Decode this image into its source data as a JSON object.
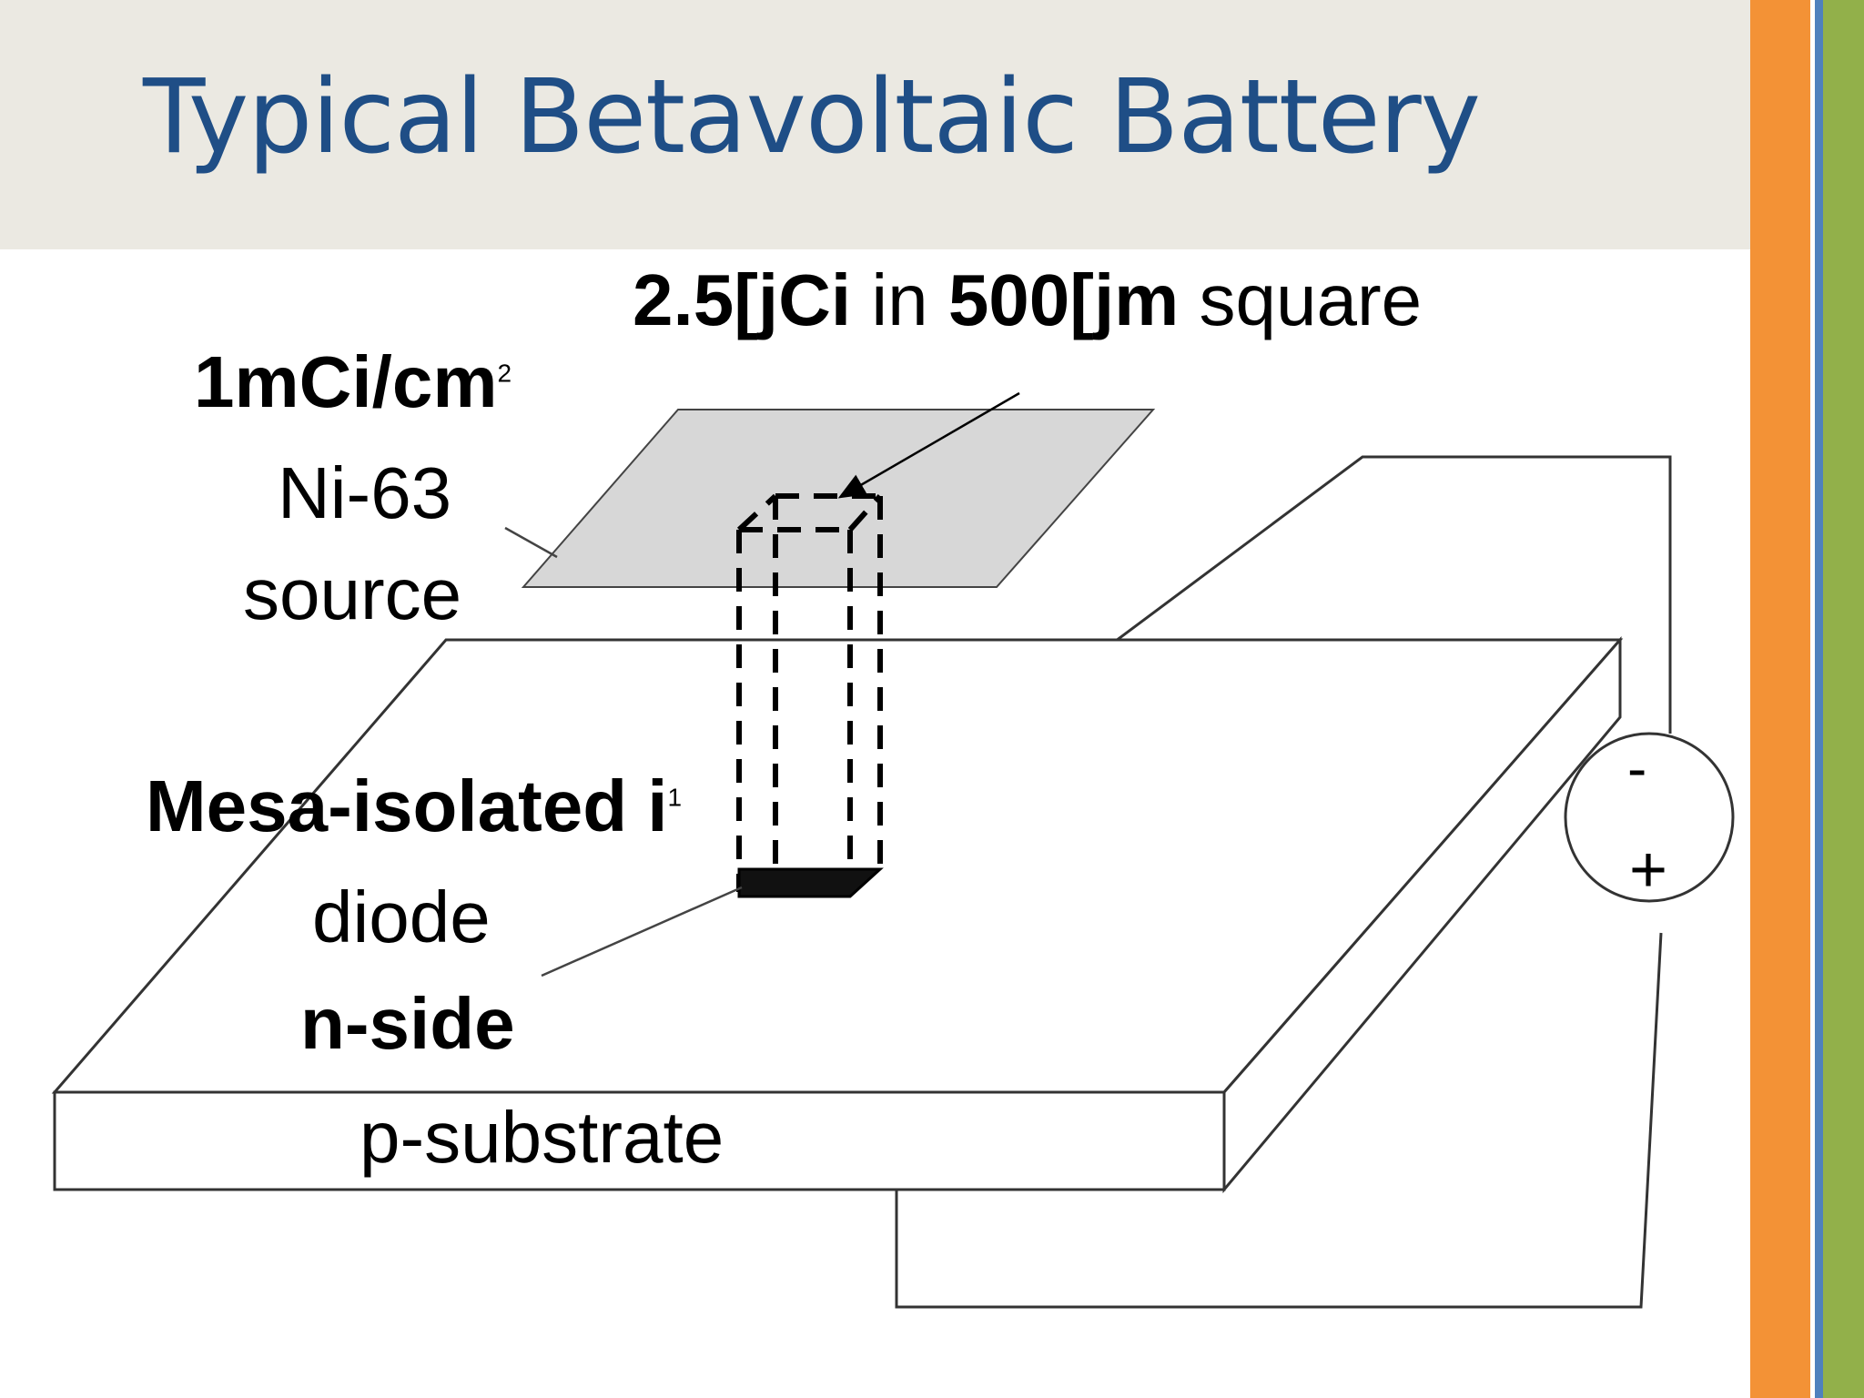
{
  "slide": {
    "title": "Typical Betavoltaic Battery",
    "colors": {
      "title": "#1f4e86",
      "header_bg": "#ebe9e2",
      "stripe_orange": "#f39236",
      "stripe_blue": "#4f81bd",
      "stripe_green": "#92b04a"
    }
  },
  "diagram": {
    "activity_value": "2.5",
    "activity_unit": "[jCi",
    "activity_in": " in ",
    "size_value": "500",
    "size_unit": "[jm",
    "size_square": " square",
    "density": "1mCi/cm",
    "density_sup": "2",
    "ni63": "Ni-63",
    "source": "source",
    "mesa": "Mesa-isolated i",
    "mesa_sup": "1",
    "diode": "diode",
    "nside": "n-side",
    "psubstrate": "p-substrate",
    "minus": "-",
    "plus": "+"
  }
}
